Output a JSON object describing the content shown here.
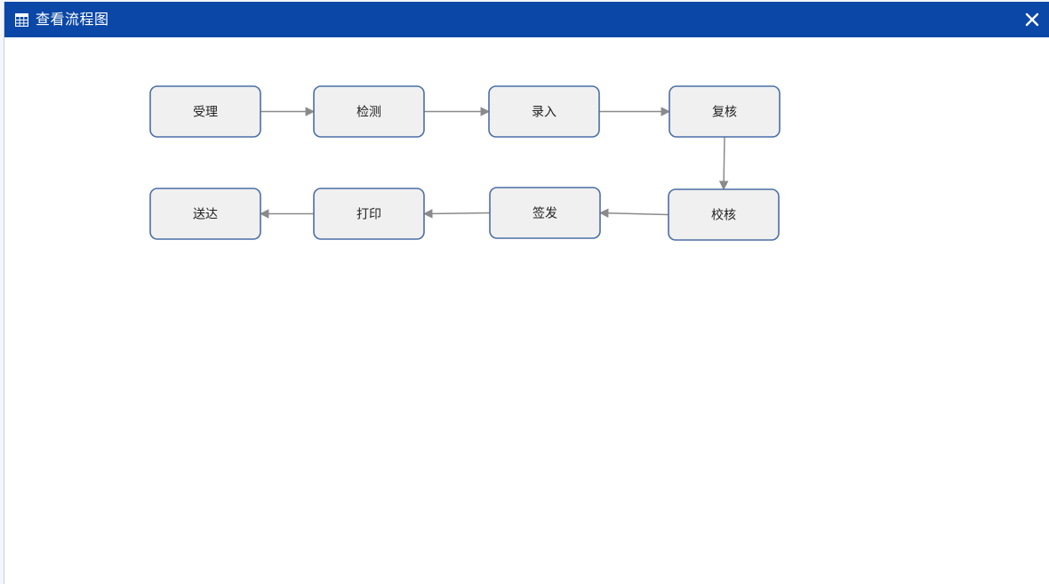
{
  "dialog": {
    "title": "查看流程图",
    "title_icon": "grid-icon",
    "close_icon": "close-icon"
  },
  "colors": {
    "titlebar": "#0b47a6",
    "node_fill": "#f0f0f0",
    "node_border": "#4a6fa5",
    "edge": "#8a8a8a"
  },
  "flow": {
    "nodes": [
      {
        "id": "n1",
        "label": "受理"
      },
      {
        "id": "n2",
        "label": "检测"
      },
      {
        "id": "n3",
        "label": "录入"
      },
      {
        "id": "n4",
        "label": "复核"
      },
      {
        "id": "n5",
        "label": "校核"
      },
      {
        "id": "n6",
        "label": "签发"
      },
      {
        "id": "n7",
        "label": "打印"
      },
      {
        "id": "n8",
        "label": "送达"
      }
    ],
    "edges": [
      {
        "from": "n1",
        "to": "n2"
      },
      {
        "from": "n2",
        "to": "n3"
      },
      {
        "from": "n3",
        "to": "n4"
      },
      {
        "from": "n4",
        "to": "n5"
      },
      {
        "from": "n5",
        "to": "n6"
      },
      {
        "from": "n6",
        "to": "n7"
      },
      {
        "from": "n7",
        "to": "n8"
      }
    ]
  }
}
